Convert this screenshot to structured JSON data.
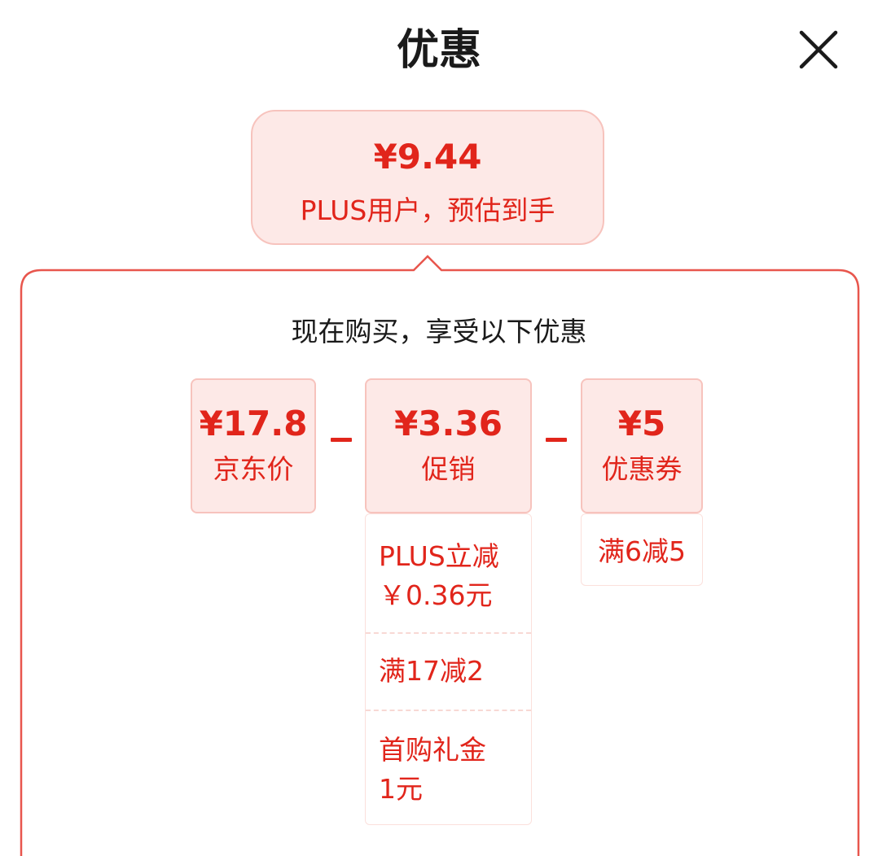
{
  "header": {
    "title": "优惠"
  },
  "summary": {
    "amount": "¥9.44",
    "subtitle": "PLUS用户，预估到手"
  },
  "panel": {
    "title": "现在购买，享受以下优惠",
    "jd_price": {
      "amount": "¥17.8",
      "label": "京东价"
    },
    "promotion": {
      "amount": "¥3.36",
      "label": "促销",
      "items": [
        {
          "line1": "PLUS立减",
          "line2": "￥0.36元"
        },
        {
          "line1": "满17减2",
          "line2": ""
        },
        {
          "line1": "首购礼金",
          "line2": "1元"
        }
      ]
    },
    "coupon": {
      "amount": "¥5",
      "label": "优惠券",
      "items": [
        {
          "line1": "满6减5"
        }
      ]
    }
  },
  "colors": {
    "accent": "#e1251b",
    "card_bg": "#fde9e7",
    "card_border": "#f7c3bd"
  }
}
